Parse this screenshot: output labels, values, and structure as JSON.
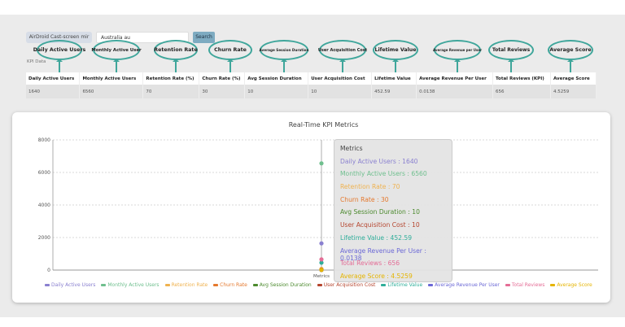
{
  "toolbar": {
    "app_label": "AirDroid Cast-screen mir",
    "search_value": "Australia au",
    "search_label": "Search"
  },
  "annotations": [
    "Daily Active Users",
    "Monthly Active User",
    "Retention Rate",
    "Churn Rate",
    "Average Session Duration",
    "User Acquisition Cost",
    "Lifetime Value",
    "Average Revenue per User",
    "Total Reviews",
    "Average Score"
  ],
  "table": {
    "caption": "KPI Data",
    "headers": [
      "Daily Active Users",
      "Monthly Active Users",
      "Retention Rate (%)",
      "Churn Rate (%)",
      "Avg Session Duration",
      "User Acquisition Cost",
      "Lifetime Value",
      "Average Revenue Per User",
      "Total Reviews (KPI)",
      "Average Score"
    ],
    "rows": [
      [
        "1640",
        "6560",
        "70",
        "30",
        "10",
        "10",
        "452.59",
        "0.0138",
        "656",
        "4.5259"
      ]
    ]
  },
  "chart_data": {
    "type": "scatter",
    "title": "Real-Time KPI Metrics",
    "categories": [
      "Metrics"
    ],
    "ylim": [
      0,
      8000
    ],
    "yticks": [
      "0",
      "2000",
      "4000",
      "6000",
      "8000"
    ],
    "grid": true,
    "legend_placement": "bottom",
    "series": [
      {
        "name": "Daily Active Users",
        "values": [
          1640
        ],
        "color": "#8a80d0"
      },
      {
        "name": "Monthly Active Users",
        "values": [
          6560
        ],
        "color": "#6fbf8e"
      },
      {
        "name": "Retention Rate",
        "values": [
          70
        ],
        "color": "#efb24f"
      },
      {
        "name": "Churn Rate",
        "values": [
          30
        ],
        "color": "#e5792e"
      },
      {
        "name": "Avg Session Duration",
        "values": [
          10
        ],
        "color": "#4c8a2e"
      },
      {
        "name": "User Acquisition Cost",
        "values": [
          10
        ],
        "color": "#b5452e"
      },
      {
        "name": "Lifetime Value",
        "values": [
          452.59
        ],
        "color": "#2fae9a"
      },
      {
        "name": "Average Revenue Per User",
        "values": [
          0.0138
        ],
        "color": "#6b68d6"
      },
      {
        "name": "Total Reviews",
        "values": [
          656
        ],
        "color": "#e46d96"
      },
      {
        "name": "Average Score",
        "values": [
          4.5259
        ],
        "color": "#e5b400"
      }
    ]
  },
  "tooltip": {
    "title": "Metrics",
    "lines": [
      "Daily Active Users : 1640",
      "Monthly Active Users : 6560",
      "Retention Rate : 70",
      "Churn Rate : 30",
      "Avg Session Duration : 10",
      "User Acquisition Cost : 10",
      "Lifetime Value : 452.59",
      "Average Revenue Per User : 0.0138",
      "Total Reviews : 656",
      "Average Score : 4.5259"
    ]
  }
}
